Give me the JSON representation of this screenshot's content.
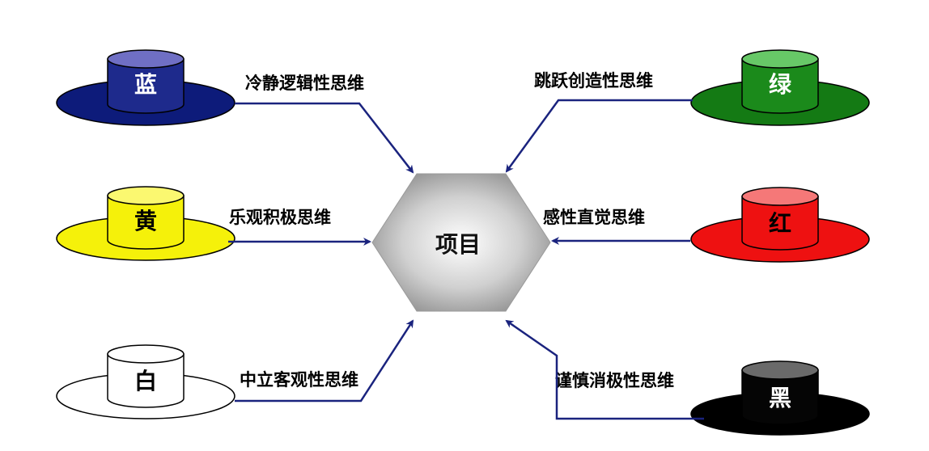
{
  "center": {
    "label": "项目"
  },
  "colors": {
    "arrow": "#1a237e",
    "blue_hat": "#0d1b7a",
    "yellow_hat": "#f5f10a",
    "white_hat": "#ffffff",
    "green_hat": "#147a14",
    "red_hat": "#ee1111",
    "black_hat": "#000000"
  },
  "hats": [
    {
      "id": "blue",
      "label": "蓝",
      "mode": "冷静逻辑性思维"
    },
    {
      "id": "yellow",
      "label": "黄",
      "mode": "乐观积极思维"
    },
    {
      "id": "white",
      "label": "白",
      "mode": "中立客观性思维"
    },
    {
      "id": "green",
      "label": "绿",
      "mode": "跳跃创造性思维"
    },
    {
      "id": "red",
      "label": "红",
      "mode": "感性直觉思维"
    },
    {
      "id": "black",
      "label": "黑",
      "mode": "谨慎消极性思维"
    }
  ]
}
